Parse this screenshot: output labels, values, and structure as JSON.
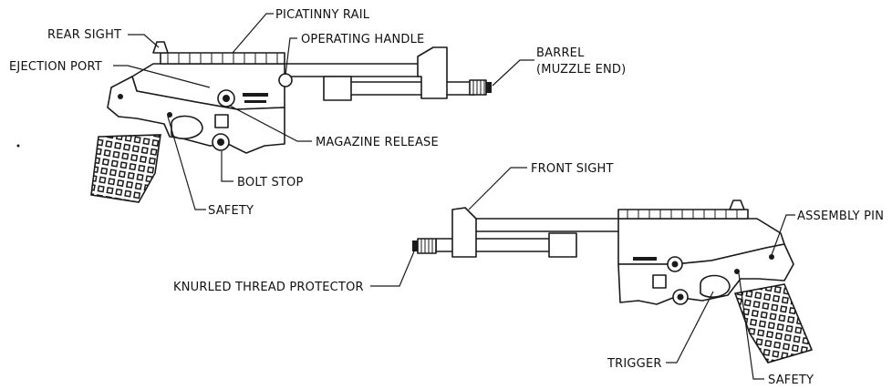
{
  "labels": {
    "rear_sight": "REAR SIGHT",
    "picatinny_rail": "PICATINNY RAIL",
    "operating_handle": "OPERATING HANDLE",
    "ejection_port": "EJECTION PORT",
    "barrel_line1": "BARREL",
    "barrel_line2": "(MUZZLE END)",
    "magazine_release": "MAGAZINE RELEASE",
    "bolt_stop": "BOLT STOP",
    "safety_left": "SAFETY",
    "front_sight": "FRONT SIGHT",
    "assembly_pin": "ASSEMBLY PIN",
    "knurled_thread_protector": "KNURLED THREAD PROTECTOR",
    "trigger": "TRIGGER",
    "safety_right": "SAFETY"
  }
}
